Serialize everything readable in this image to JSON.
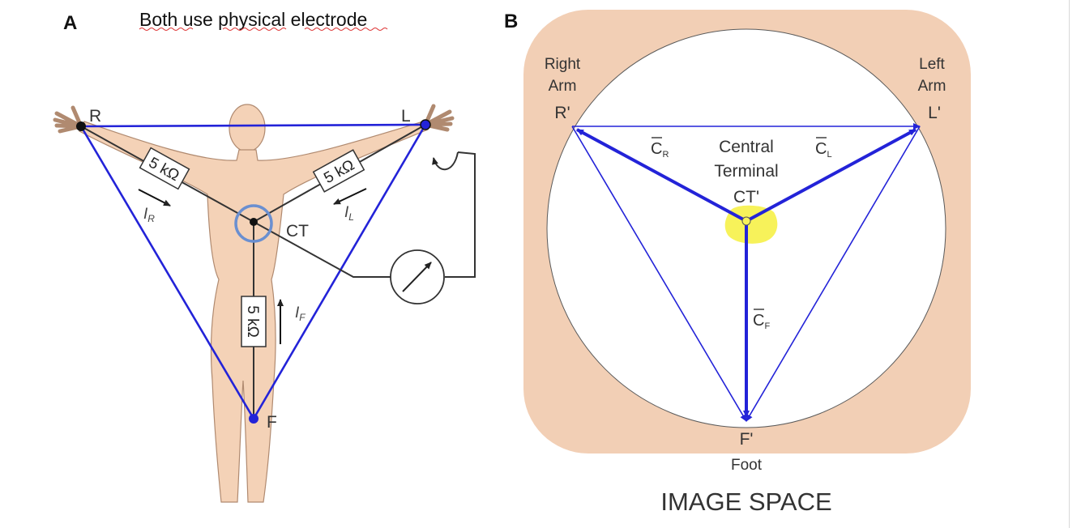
{
  "panel_a": {
    "letter": "A",
    "heading": "Both use physical electrode",
    "electrodes": {
      "right": "R",
      "left": "L",
      "foot": "F",
      "center": "CT"
    },
    "resistors": {
      "right": "5 kΩ",
      "left": "5 kΩ",
      "foot": "5 kΩ"
    },
    "currents": {
      "right": "I",
      "right_sub": "R",
      "left": "I",
      "left_sub": "L",
      "foot": "I",
      "foot_sub": "F"
    }
  },
  "panel_b": {
    "letter": "B",
    "labels": {
      "right_arm_line1": "Right",
      "right_arm_line2": "Arm",
      "left_arm_line1": "Left",
      "left_arm_line2": "Arm",
      "right_prime": "R'",
      "left_prime": "L'",
      "foot_prime": "F'",
      "foot": "Foot",
      "central_line1": "Central",
      "central_line2": "Terminal",
      "ct_prime": "CT'",
      "image_space": "IMAGE SPACE"
    },
    "vectors": {
      "cr": "C",
      "cr_sub": "R",
      "cl": "C",
      "cl_sub": "L",
      "cf": "C",
      "cf_sub": "F"
    }
  },
  "colors": {
    "blue": "#2323d8",
    "skin": "#f4d2b7",
    "panel_bg": "#f2cfb5",
    "highlight": "#f7f25a",
    "ring": "#6a8fd0"
  }
}
